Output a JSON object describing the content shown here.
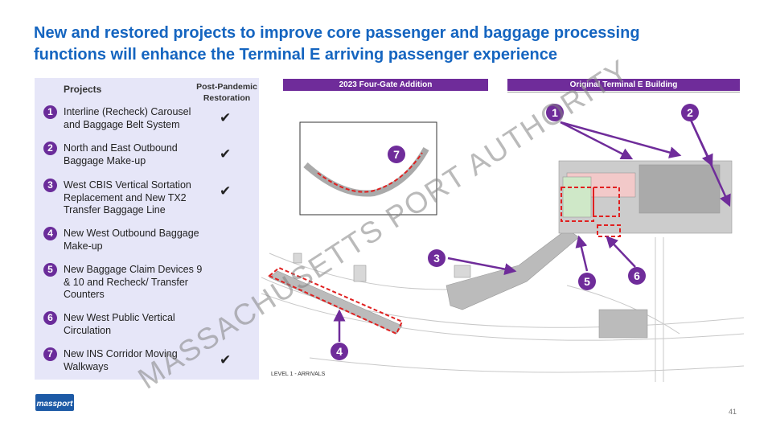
{
  "title": "New and restored projects to improve core passenger and baggage processing functions will enhance the Terminal E arriving passenger experience",
  "table": {
    "col_projects": "Projects",
    "col_restoration": "Post-Pandemic Restoration",
    "rows": [
      {
        "num": "1",
        "label": "Interline (Recheck) Carousel and Baggage Belt System",
        "check": "✔"
      },
      {
        "num": "2",
        "label": "North and East Outbound Baggage Make-up",
        "check": "✔"
      },
      {
        "num": "3",
        "label": "West CBIS Vertical Sortation Replacement and New TX2 Transfer Baggage Line",
        "check": "✔"
      },
      {
        "num": "4",
        "label": "New West Outbound Baggage Make-up",
        "check": ""
      },
      {
        "num": "5",
        "label": "New Baggage Claim Devices 9 & 10 and Recheck/ Transfer Counters",
        "check": ""
      },
      {
        "num": "6",
        "label": "New West Public Vertical Circulation",
        "check": ""
      },
      {
        "num": "7",
        "label": "New INS Corridor Moving Walkways",
        "check": "✔"
      }
    ]
  },
  "map": {
    "header_left": "2023 Four-Gate Addition",
    "header_right": "Original Terminal E Building",
    "level_label": "LEVEL 1 - ARRIVALS",
    "callouts": [
      "1",
      "2",
      "3",
      "4",
      "5",
      "6",
      "7"
    ],
    "accent_color": "#6f2c9a",
    "highlight_color": "#e02020"
  },
  "watermark": "MASSACHUSETTS PORT AUTHORITY",
  "logo_text": "massport",
  "page_number": "41"
}
